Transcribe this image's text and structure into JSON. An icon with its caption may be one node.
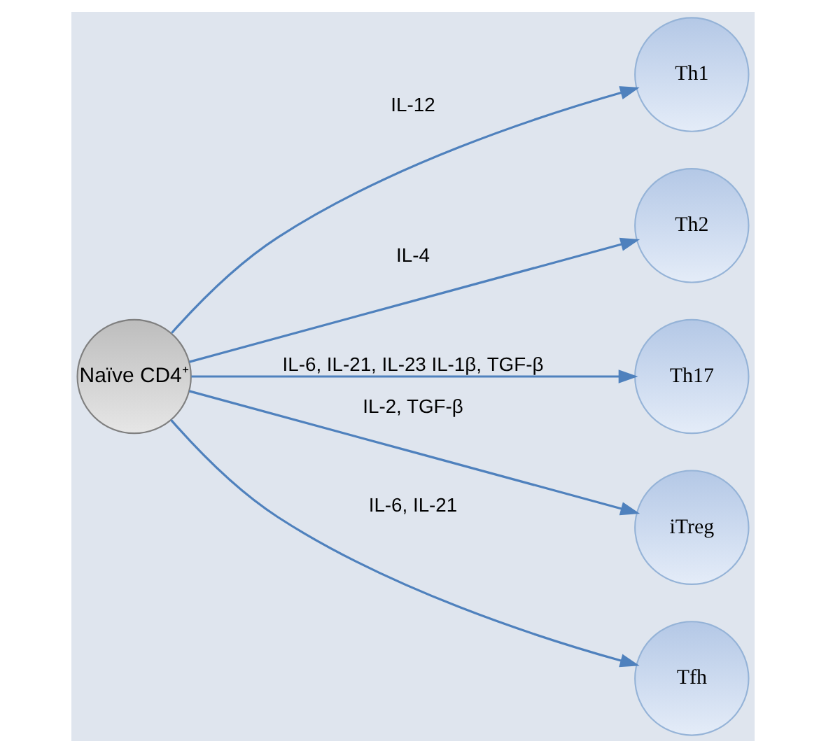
{
  "diagram": {
    "nodes": [
      {
        "text": [
          "Naïve CD4⁺"
        ]
      },
      {
        "text": [
          "Th1"
        ]
      },
      {
        "text": [
          "Th2"
        ]
      },
      {
        "text": [
          "Th17"
        ]
      },
      {
        "text": [
          "iTreg"
        ]
      },
      {
        "text": [
          "Tfh"
        ]
      }
    ],
    "edges": [
      {
        "from": 0,
        "to": 1,
        "arrow": "to",
        "label": "IL-12"
      },
      {
        "from": 0,
        "to": 2,
        "arrow": "to",
        "label": "IL-4"
      },
      {
        "from": 0,
        "to": 3,
        "arrow": "to",
        "label": "IL-6, IL-21, IL-23 IL-1β, TGF-β"
      },
      {
        "from": 0,
        "to": 4,
        "arrow": "to",
        "label": "IL-2, TGF-β"
      },
      {
        "from": 0,
        "to": 5,
        "arrow": "to",
        "label": "IL-6, IL-21"
      }
    ]
  }
}
